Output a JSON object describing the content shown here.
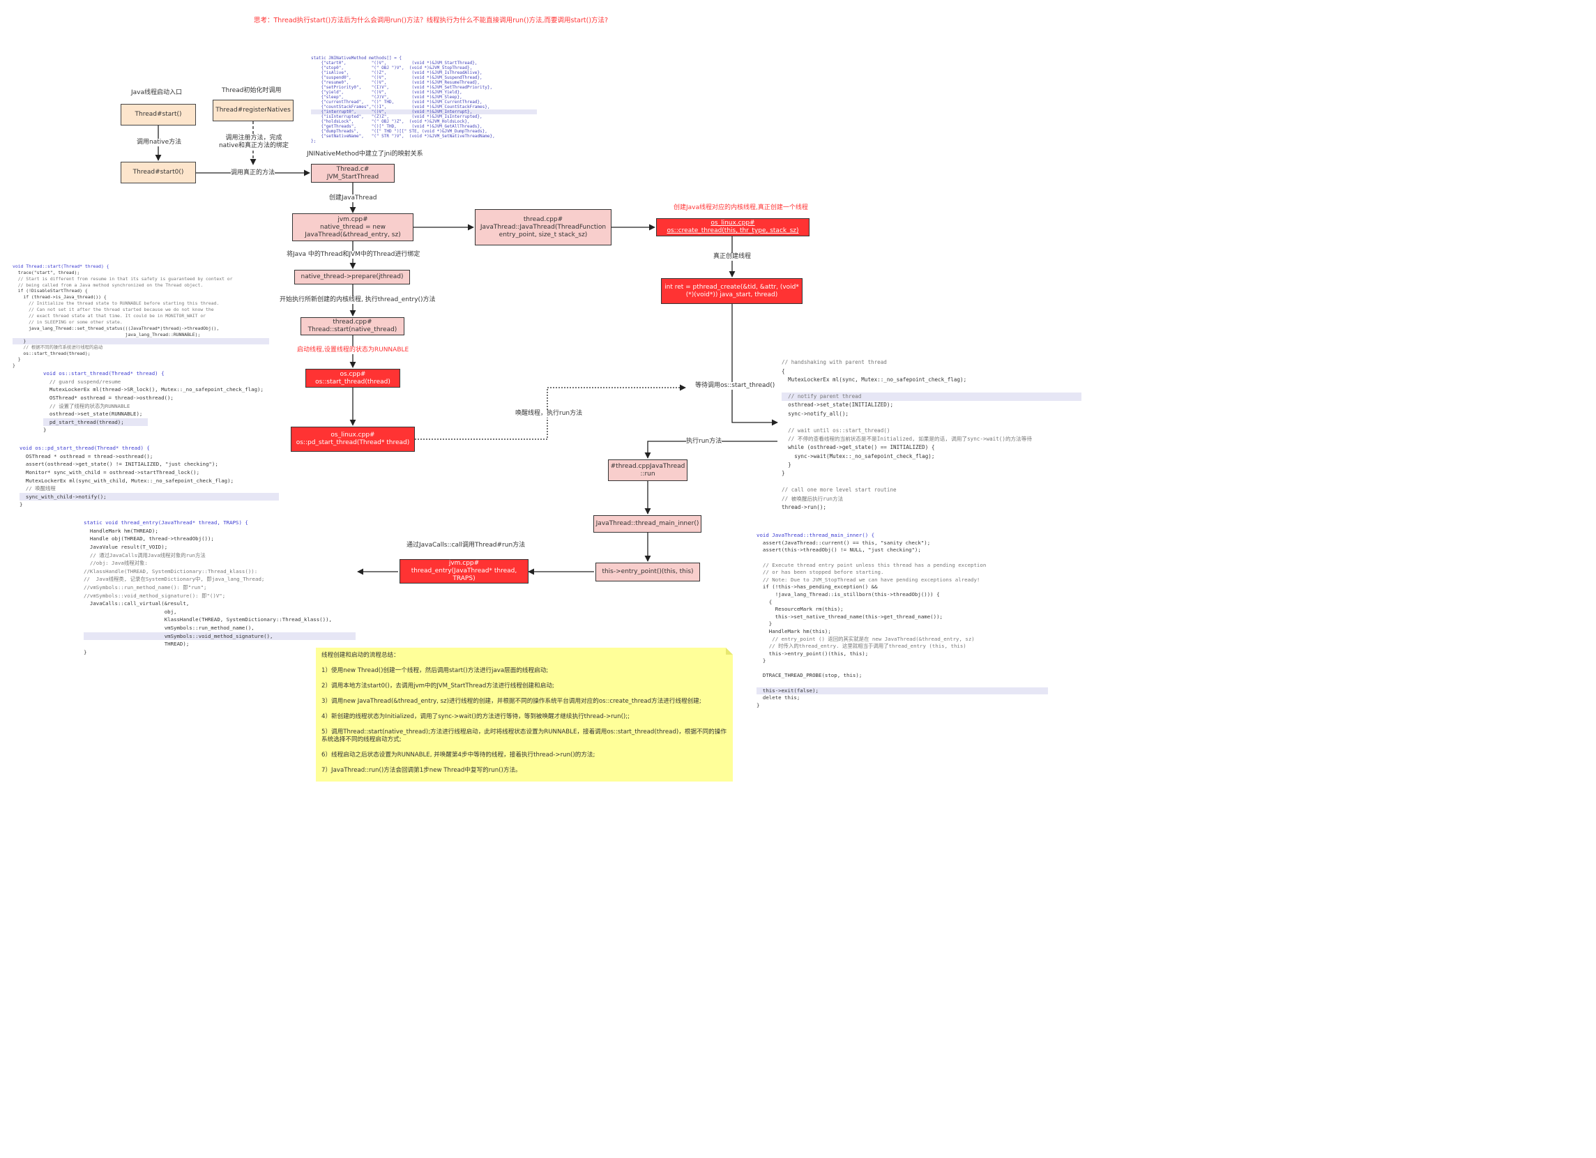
{
  "title": "思考：Thread执行start()方法后为什么会调用run()方法？线程执行为什么不能直接调用run()方法,而要调用start()方法?",
  "nodes": {
    "thread_start": "Thread#start()",
    "thread_start0": "Thread#start0()",
    "register_natives": "Thread#registerNatives",
    "thread_c": [
      "Thread.c#",
      "JVM_StartThread"
    ],
    "jvm_cpp": [
      "jvm.cpp#",
      "native_thread = new",
      "JavaThread(&thread_entry, sz)"
    ],
    "thread_cpp_ctor": [
      "thread.cpp#",
      "JavaThread::JavaThread(ThreadFunction",
      "entry_point, size_t stack_sz)"
    ],
    "os_create_thread": [
      "os_linux.cpp#",
      "os::create_thread(this, thr_type, stack_sz)"
    ],
    "pthread_create": [
      "int ret = pthread_create(&tid, &attr, (void*",
      "(*)(void*)) java_start, thread)"
    ],
    "prepare": "native_thread->prepare(jthread)",
    "thread_cpp_start": [
      "thread.cpp#",
      "Thread::start(native_thread)"
    ],
    "os_start_thread": [
      "os.cpp#",
      "os::start_thread(thread)"
    ],
    "pd_start_thread": [
      "os_linux.cpp#",
      "os::pd_start_thread(Thread* thread)"
    ],
    "javathread_run": [
      "#thread.cppJavaThread",
      "::run"
    ],
    "thread_main_inner": "JavaThread::thread_main_inner()",
    "entry_point": "this->entry_point()(this, this)",
    "thread_entry": [
      "jvm.cpp#",
      "thread_entry(JavaThread* thread, TRAPS)"
    ]
  },
  "labels": {
    "java_entry": "Java线程启动入口",
    "init_call": "Thread初始化时调用",
    "call_native": "调用native方法",
    "register_done": [
      "调用注册方法，完成",
      "native和真正方法的绑定"
    ],
    "call_real": "调用真正的方法",
    "jni_map": "JNINativeMethod中建立了jni的映射关系",
    "create_javathread": "创建JavaThread",
    "create_kernel": "创建Java线程对应的内核线程,真正创建一个线程",
    "real_create": "真正创建线程",
    "bind": "将Java 中的Thread和JVM中的Thread进行绑定",
    "exec_new": "开始执行所新创建的内核线程, 执行thread_entry()方法",
    "set_runnable": "启动线程,设置线程的状态为RUNNABLE",
    "wait_call": "等待调用os::start_thread()",
    "wake_run": "唤醒线程，执行run方法",
    "exec_run": "执行run方法",
    "javacalls": "通过JavaCalls::call调用Thread#run方法"
  },
  "code": {
    "jni_methods": [
      "static JNINativeMethod methods[] = {",
      "    {\"start0\",          \"()V\",          (void *)&JVM_StartThread},",
      "    {\"stop0\",           \"(\" OBJ \")V\",  (void *)&JVM_StopThread},",
      "    {\"isAlive\",         \"()Z\",          (void *)&JVM_IsThreadAlive},",
      "    {\"suspend0\",        \"()V\",          (void *)&JVM_SuspendThread},",
      "    {\"resume0\",         \"()V\",          (void *)&JVM_ResumeThread},",
      "    {\"setPriority0\",    \"(I)V\",         (void *)&JVM_SetThreadPriority},",
      "    {\"yield\",           \"()V\",          (void *)&JVM_Yield},",
      "    {\"sleep\",           \"(J)V\",         (void *)&JVM_Sleep},",
      "    {\"currentThread\",   \"()\" THD,       (void *)&JVM_CurrentThread},",
      "    {\"countStackFrames\",\"()I\",          (void *)&JVM_CountStackFrames},",
      "    {\"interrupt0\",      \"()V\",          (void *)&JVM_Interrupt},",
      "    {\"isInterrupted\",   \"(Z)Z\",         (void *)&JVM_IsInterrupted},",
      "    {\"holdsLock\",       \"(\" OBJ \")Z\",  (void *)&JVM_HoldsLock},",
      "    {\"getThreads\",      \"()[\" THD,      (void *)&JVM_GetAllThreads},",
      "    {\"dumpThreads\",     \"([\" THD \")[[\" STE, (void *)&JVM_DumpThreads},",
      "    {\"setNativeName\",   \"(\" STR \")V\",  (void *)&JVM_SetNativeThreadName},",
      "};"
    ],
    "thread_start": [
      "void Thread::start(Thread* thread) {",
      "  trace(\"start\", thread);",
      "  // Start is different from resume in that its safety is guaranteed by context or",
      "  // being called from a Java method synchronized on the Thread object.",
      "  if (!DisableStartThread) {",
      "    if (thread->is_Java_thread()) {",
      "      // Initialize the thread state to RUNNABLE before starting this thread.",
      "      // Can not set it after the thread started because we do not know the",
      "      // exact thread state at that time. It could be in MONITOR_WAIT or",
      "      // in SLEEPING or some other state.",
      "      java_lang_Thread::set_thread_status(((JavaThread*)thread)->threadObj(),",
      "                                          java_lang_Thread::RUNNABLE);",
      "    }",
      "    // 根据不同的操作系统进行线程的启动",
      "    os::start_thread(thread);",
      "  }",
      "}"
    ],
    "os_start_thread": [
      "void os::start_thread(Thread* thread) {",
      "  // guard suspend/resume",
      "  MutexLockerEx ml(thread->SR_lock(), Mutex::_no_safepoint_check_flag);",
      "  OSThread* osthread = thread->osthread();",
      "  // 设置了线程的状态为RUNNABLE",
      "  osthread->set_state(RUNNABLE);",
      "  pd_start_thread(thread);",
      "}"
    ],
    "pd_start_thread": [
      "void os::pd_start_thread(Thread* thread) {",
      "  OSThread * osthread = thread->osthread();",
      "  assert(osthread->get_state() != INITIALIZED, \"just checking\");",
      "  Monitor* sync_with_child = osthread->startThread_lock();",
      "  MutexLockerEx ml(sync_with_child, Mutex::_no_safepoint_check_flag);",
      "  // 唤醒线程",
      "  sync_with_child->notify();",
      "}"
    ],
    "thread_entry": [
      "static void thread_entry(JavaThread* thread, TRAPS) {",
      "  HandleMark hm(THREAD);",
      "  Handle obj(THREAD, thread->threadObj());",
      "  JavaValue result(T_VOID);",
      "  // 通过JavaCalls调用Java线程对象的run方法",
      "  //obj: Java线程对象:",
      "//KlassHandle(THREAD, SystemDictionary::Thread_klass()):",
      "//  Java线程类, 记录在SystemDictionary中, 即java_lang_Thread;",
      "//vmSymbols::run_method_name(): 即\"run\";",
      "//vmSymbols::void_method_signature(): 即\"()V\";",
      "  JavaCalls::call_virtual(&result,",
      "                          obj,",
      "                          KlassHandle(THREAD, SystemDictionary::Thread_klass()),",
      "                          vmSymbols::run_method_name(),",
      "                          vmSymbols::void_method_signature(),",
      "                          THREAD);",
      "}"
    ],
    "java_start": [
      "// handshaking with parent thread",
      "{",
      "  MutexLockerEx ml(sync, Mutex::_no_safepoint_check_flag);",
      "",
      "  // notify parent thread",
      "  osthread->set_state(INITIALIZED);",
      "  sync->notify_all();",
      "",
      "  // wait until os::start_thread()",
      "  // 不停的查看线程的当前状态是不是Initialized, 如果是的话, 调用了sync->wait()的方法等待",
      "  while (osthread->get_state() == INITIALIZED) {",
      "    sync->wait(Mutex::_no_safepoint_check_flag);",
      "  }",
      "}",
      "",
      "// call one more level start routine",
      "// 被唤醒后执行run方法",
      "thread->run();"
    ],
    "thread_main_inner": [
      "void JavaThread::thread_main_inner() {",
      "  assert(JavaThread::current() == this, \"sanity check\");",
      "  assert(this->threadObj() != NULL, \"just checking\");",
      "",
      "  // Execute thread entry point unless this thread has a pending exception",
      "  // or has been stopped before starting.",
      "  // Note: Due to JVM_StopThread we can have pending exceptions already!",
      "  if (!this->has_pending_exception() &&",
      "      !java_lang_Thread::is_stillborn(this->threadObj())) {",
      "    {",
      "      ResourceMark rm(this);",
      "      this->set_native_thread_name(this->get_thread_name());",
      "    }",
      "    HandleMark hm(this);",
      "     // entry_point () 返回的其实就是在 new JavaThread(&thread_entry, sz)",
      "    // 时传入的thread_entry. 这里就相当于调用了thread_entry (this, this)",
      "    this->entry_point()(this, this);",
      "  }",
      "",
      "  DTRACE_THREAD_PROBE(stop, this);",
      "",
      "  this->exit(false);",
      "  delete this;",
      "}"
    ]
  },
  "summary": [
    "线程创建和启动的流程总结：",
    "1）使用new Thread()创建一个线程，然后调用start()方法进行java层面的线程启动;",
    "2）调用本地方法start0()，去调用jvm中的JVM_StartThread方法进行线程创建和启动;",
    "3）调用new JavaThread(&thread_entry, sz)进行线程的创建，并根据不同的操作系统平台调用对应的os::create_thread方法进行线程创建;",
    "4）新创建的线程状态为Initialized，调用了sync->wait()的方法进行等待，等到被唤醒才继续执行thread->run();;",
    "5）调用Thread::start(native_thread);方法进行线程启动，此时将线程状态设置为RUNNABLE，接着调用os::start_thread(thread)，根据不同的操作系统选择不同的线程启动方式;",
    "6）线程启动之后状态设置为RUNNABLE, 并唤醒第4步中等待的线程，接着执行thread->run()的方法;",
    "7）JavaThread::run()方法会回调第1步new Thread中复写的run()方法。"
  ]
}
